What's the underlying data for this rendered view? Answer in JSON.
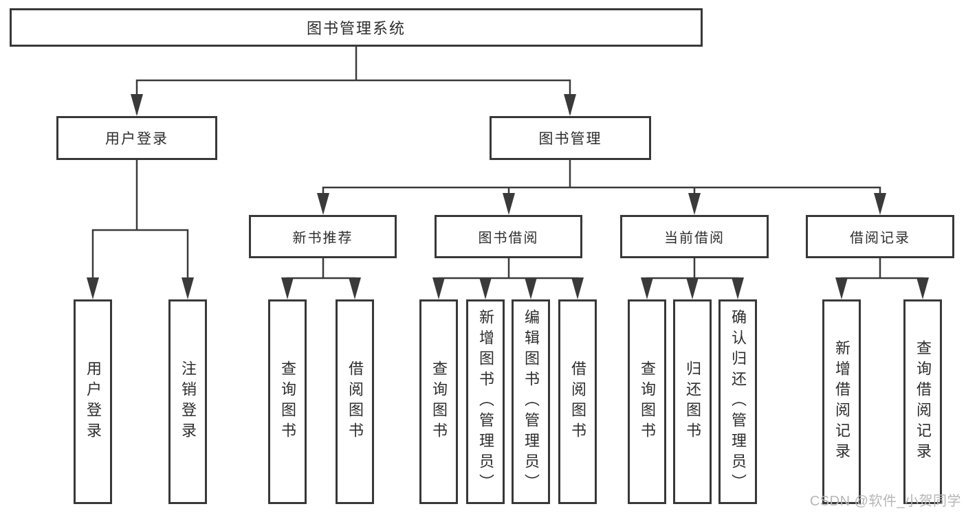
{
  "diagram": {
    "root": {
      "label": "图书管理系统"
    },
    "branches": [
      {
        "label": "用户登录",
        "children": [
          {
            "label": "用户登录"
          },
          {
            "label": "注销登录"
          }
        ]
      },
      {
        "label": "图书管理",
        "sections": [
          {
            "label": "新书推荐",
            "children": [
              {
                "label": "查询图书"
              },
              {
                "label": "借阅图书"
              }
            ]
          },
          {
            "label": "图书借阅",
            "children": [
              {
                "label": "查询图书"
              },
              {
                "label": "新增图书（管理员）"
              },
              {
                "label": "编辑图书（管理员）"
              },
              {
                "label": "借阅图书"
              }
            ]
          },
          {
            "label": "当前借阅",
            "children": [
              {
                "label": "查询图书"
              },
              {
                "label": "归还图书"
              },
              {
                "label": "确认归还（管理员）"
              }
            ]
          },
          {
            "label": "借阅记录",
            "children": [
              {
                "label": "新增借阅记录"
              },
              {
                "label": "查询借阅记录"
              }
            ]
          }
        ]
      }
    ]
  },
  "colors": {
    "line": "#3a3a3a",
    "box_border": "#383838",
    "text": "#2d2d2d",
    "watermark": "#b6b6b6",
    "background": "#ffffff"
  },
  "watermark": {
    "text": "CSDN @软件_小贺同学"
  }
}
